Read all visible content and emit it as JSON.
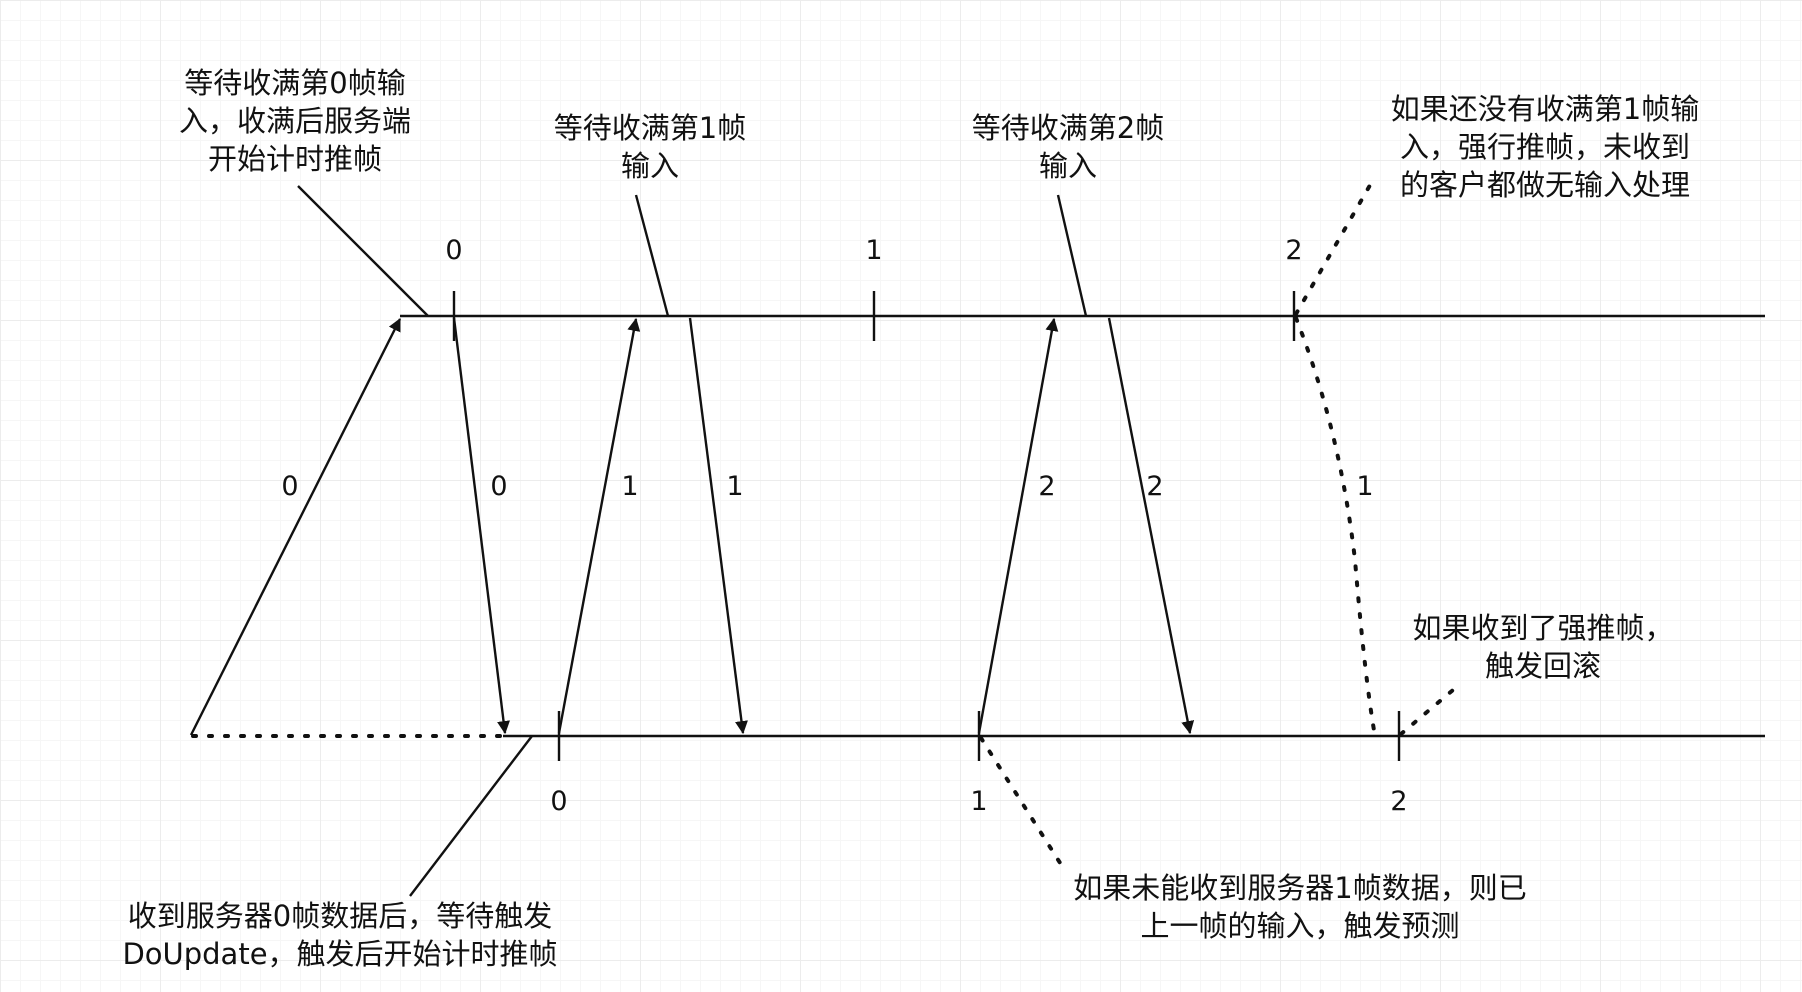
{
  "timeline": {
    "server_ticks": [
      "0",
      "1",
      "2"
    ],
    "client_ticks": [
      "0",
      "1",
      "2"
    ]
  },
  "messages": [
    {
      "label": "0"
    },
    {
      "label": "0"
    },
    {
      "label": "1"
    },
    {
      "label": "1"
    },
    {
      "label": "2"
    },
    {
      "label": "2"
    },
    {
      "label": "1"
    }
  ],
  "annotations": {
    "wait_frame0": "等待收满第0帧输\n入，收满后服务端\n开始计时推帧",
    "wait_frame1": "等待收满第1帧\n输入",
    "wait_frame2": "等待收满第2帧\n输入",
    "force_push": "如果还没有收满第1帧输\n入，强行推帧，未收到\n的客户都做无输入处理",
    "rollback": "如果收到了强推帧，\n触发回滚",
    "predict": "如果未能收到服务器1帧数据，则已\n上一帧的输入，触发预测",
    "client_start": "收到服务器0帧数据后，等待触发\nDoUpdate，触发后开始计时推帧"
  }
}
